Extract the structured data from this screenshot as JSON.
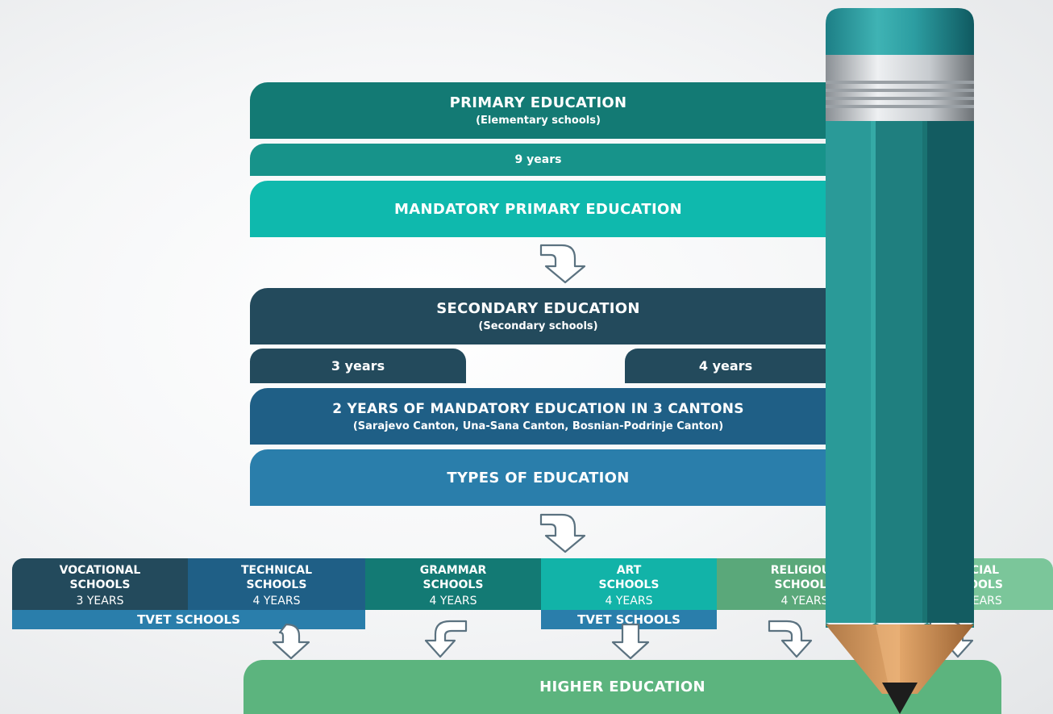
{
  "primary": {
    "title": "PRIMARY EDUCATION",
    "subtitle": "(Elementary schools)",
    "duration": "9 years",
    "mandatory": "MANDATORY PRIMARY EDUCATION"
  },
  "secondary": {
    "title": "SECONDARY EDUCATION",
    "subtitle": "(Secondary schools)",
    "duration_a": "3 years",
    "duration_b": "4 years",
    "mandatory_title": "2 YEARS OF MANDATORY EDUCATION IN 3 CANTONS",
    "mandatory_sub": "(Sarajevo Canton, Una-Sana Canton, Bosnian-Podrinje Canton)",
    "types_title": "TYPES OF EDUCATION"
  },
  "school_types": [
    {
      "line1": "VOCATIONAL",
      "line2": "SCHOOLS",
      "years": "3 YEARS"
    },
    {
      "line1": "TECHNICAL",
      "line2": "SCHOOLS",
      "years": "4 YEARS"
    },
    {
      "line1": "GRAMMAR",
      "line2": "SCHOOLS",
      "years": "4 YEARS"
    },
    {
      "line1": "ART",
      "line2": "SCHOOLS",
      "years": "4 YEARS"
    },
    {
      "line1": "RELIGIOUS",
      "line2": "SCHOOLS",
      "years": "4 YEARS"
    },
    {
      "line1": "SPECIAL",
      "line2": "SCHOOLS",
      "years": "3/4 YEARS"
    }
  ],
  "tvet_labels": [
    "TVET SCHOOLS",
    "TVET SCHOOLS"
  ],
  "higher": {
    "title": "HIGHER EDUCATION"
  },
  "colors": {
    "primary_dark": "#137a74",
    "primary_mid": "#1a8f86",
    "primary_light": "#0fb9ad",
    "secondary_dark": "#234a5c",
    "secondary_blue": "#1f5f86",
    "types_blue": "#2a7eab",
    "higher_green": "#5cb47e",
    "pencil_teal": "#2a9a98"
  }
}
